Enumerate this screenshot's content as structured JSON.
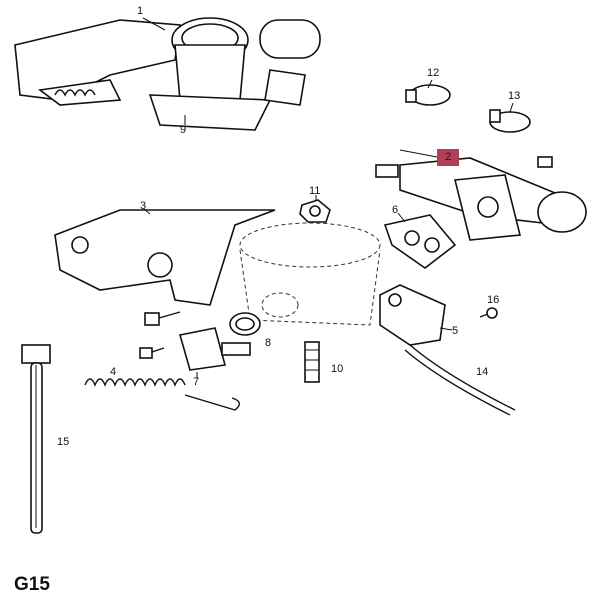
{
  "diagram": {
    "code": "G15",
    "highlight_color": "#b0405a",
    "highlighted_part": "2",
    "callouts": [
      "1",
      "2",
      "3",
      "4",
      "5",
      "6",
      "7",
      "8",
      "9",
      "10",
      "11",
      "12",
      "13",
      "14",
      "15",
      "16"
    ]
  }
}
